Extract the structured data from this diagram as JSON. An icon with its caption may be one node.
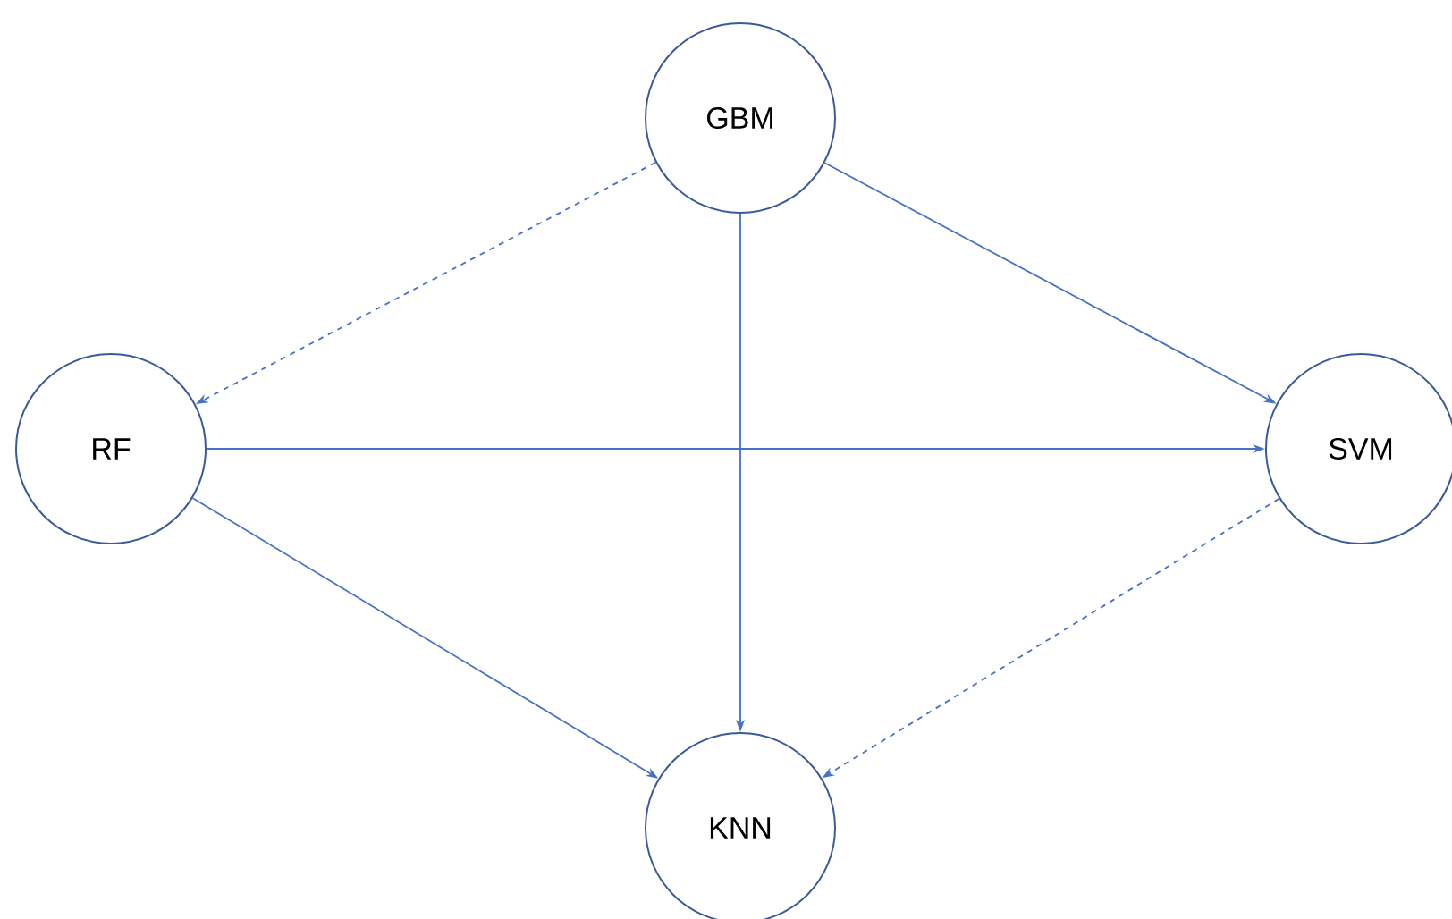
{
  "diagram": {
    "nodes": [
      {
        "text": [
          "GBM"
        ]
      },
      {
        "text": [
          "RF"
        ]
      },
      {
        "text": [
          "SVM"
        ]
      },
      {
        "text": [
          "KNN"
        ]
      }
    ],
    "edges": [
      {
        "from": 0,
        "to": 1,
        "arrow": "to",
        "style": "dashed"
      },
      {
        "from": 0,
        "to": 2,
        "arrow": "to"
      },
      {
        "from": 0,
        "to": 3,
        "arrow": "to"
      },
      {
        "from": 1,
        "to": 2,
        "arrow": "to"
      },
      {
        "from": 1,
        "to": 3,
        "arrow": "to"
      },
      {
        "from": 2,
        "to": 3,
        "arrow": "to",
        "style": "dashed"
      }
    ]
  }
}
